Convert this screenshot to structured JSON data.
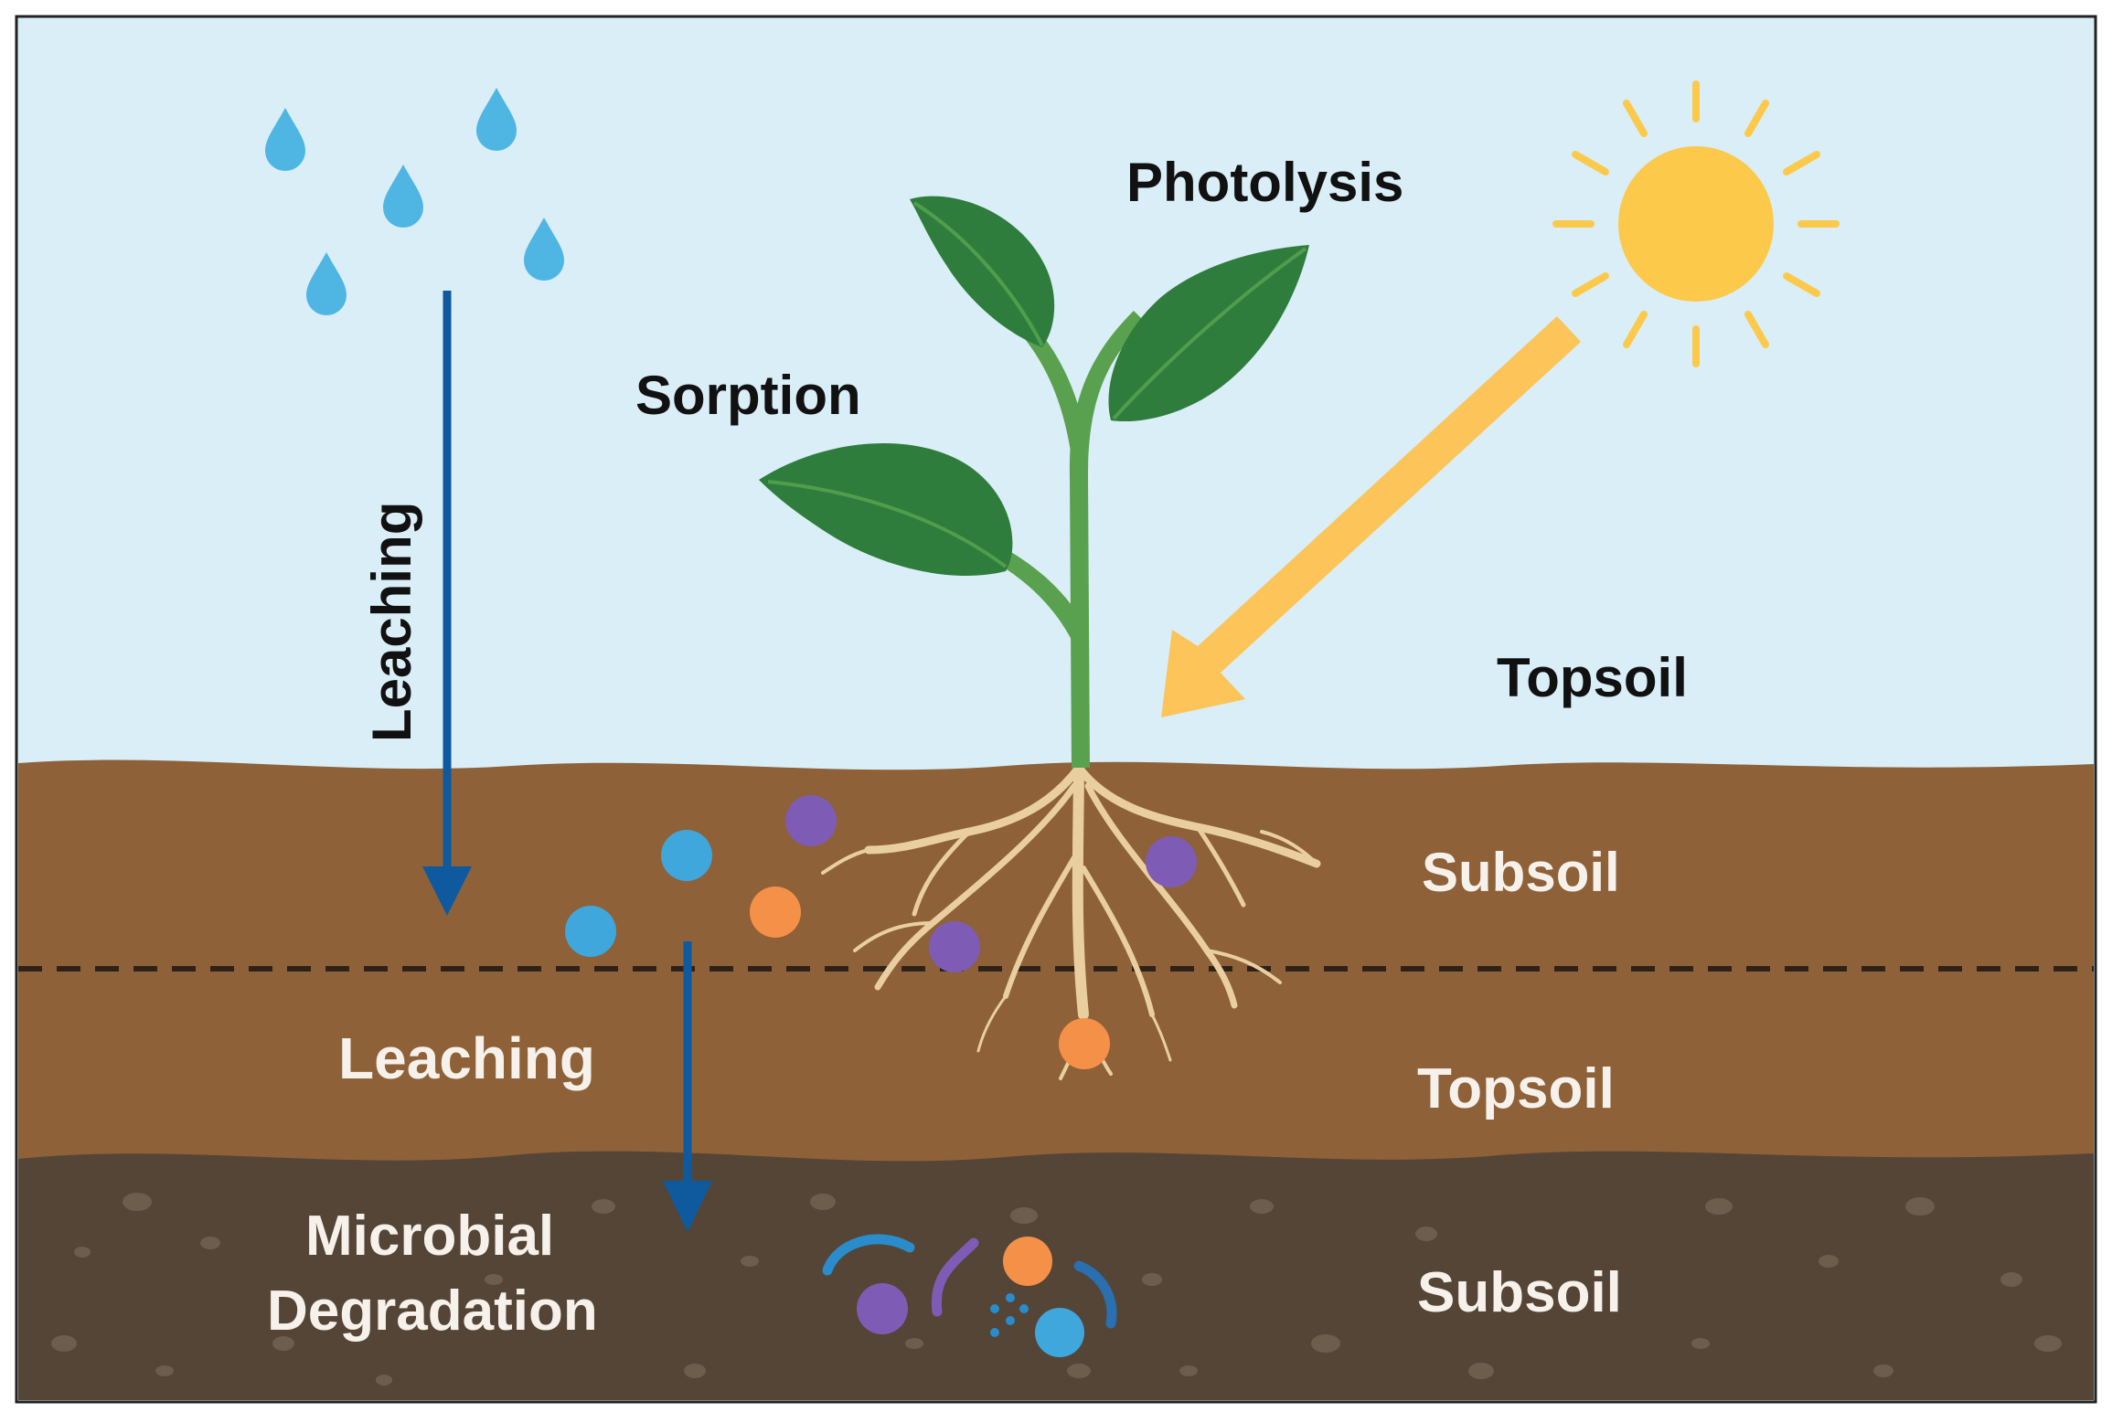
{
  "labels": {
    "photolysis": "Photolysis",
    "sorption": "Sorption",
    "leaching_vertical": "Leaching",
    "topsoil_sky": "Topsoil",
    "subsoil_upper": "Subsoil",
    "leaching_soil": "Leaching",
    "topsoil_lower": "Topsoil",
    "microbial_line1": "Microbial",
    "microbial_line2": "Degradation",
    "subsoil_bottom": "Subsoil"
  },
  "colors": {
    "sky": "#d9eef7",
    "upper_soil": "#8e6139",
    "bottom_soil": "#544536",
    "water_drop": "#4fb6e3",
    "leaching_arrow": "#0f5a9e",
    "sun": "#fcc94a",
    "sun_arrow": "#fcc459",
    "leaf": "#2f7d3c",
    "stem": "#5aa14f",
    "roots": "#e9cfa0",
    "particle_blue": "#3fa7dc",
    "particle_purple": "#7e5cb5",
    "particle_orange": "#f59049"
  },
  "icons": [
    "water-drop-icon",
    "sun-icon",
    "plant-icon",
    "roots-icon",
    "microbe-icon"
  ]
}
